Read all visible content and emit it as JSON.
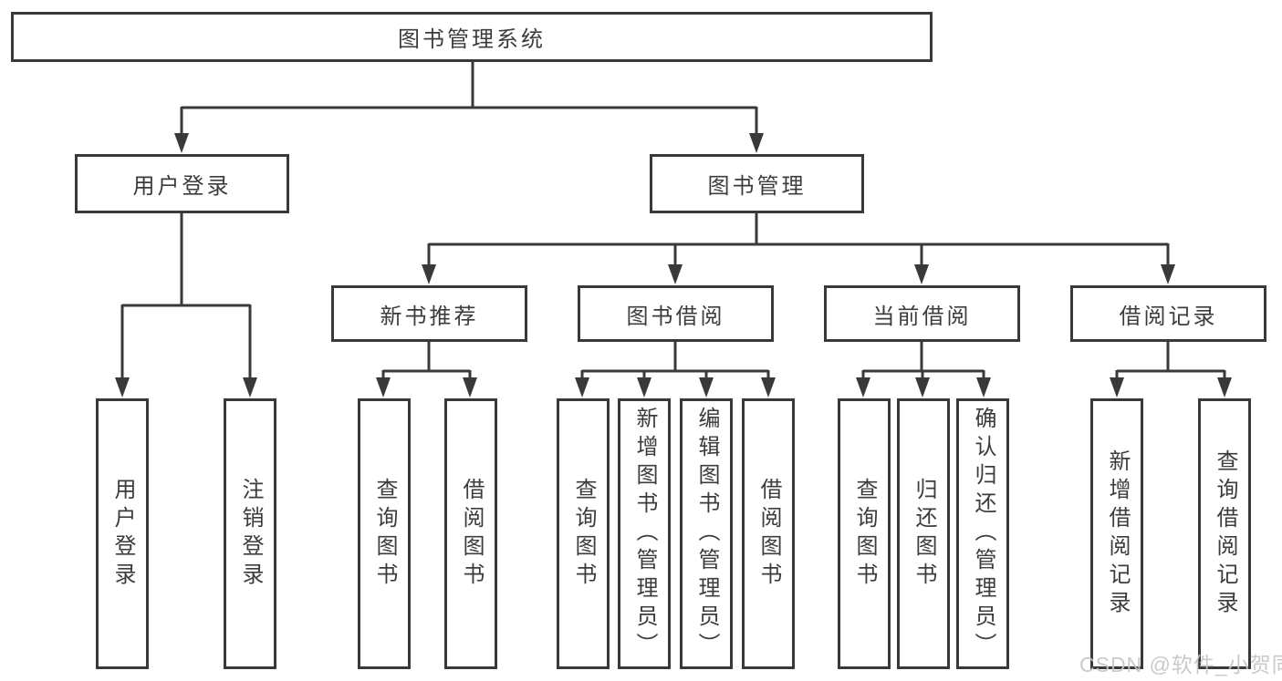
{
  "colors": {
    "line": "#37393b",
    "box_border": "#37393b",
    "box_background": "#ffffff",
    "text": "#3c3c3c",
    "watermark": "#c5c5c5"
  },
  "watermark": {
    "text": "CSDN @软件_小贺同学"
  },
  "tree": {
    "root": {
      "label": "图书管理系统"
    },
    "branches": [
      {
        "label": "用户登录",
        "children": [
          {
            "label": "用户登录"
          },
          {
            "label": "注销登录"
          }
        ]
      },
      {
        "label": "图书管理",
        "children": [
          {
            "label": "新书推荐",
            "children": [
              {
                "label": "查询图书"
              },
              {
                "label": "借阅图书"
              }
            ]
          },
          {
            "label": "图书借阅",
            "children": [
              {
                "label": "查询图书"
              },
              {
                "label": "新增图书（管理员）"
              },
              {
                "label": "编辑图书（管理员）"
              },
              {
                "label": "借阅图书"
              }
            ]
          },
          {
            "label": "当前借阅",
            "children": [
              {
                "label": "查询图书"
              },
              {
                "label": "归还图书"
              },
              {
                "label": "确认归还（管理员）"
              }
            ]
          },
          {
            "label": "借阅记录",
            "children": [
              {
                "label": "新增借阅记录"
              },
              {
                "label": "查询借阅记录"
              }
            ]
          }
        ]
      }
    ]
  }
}
